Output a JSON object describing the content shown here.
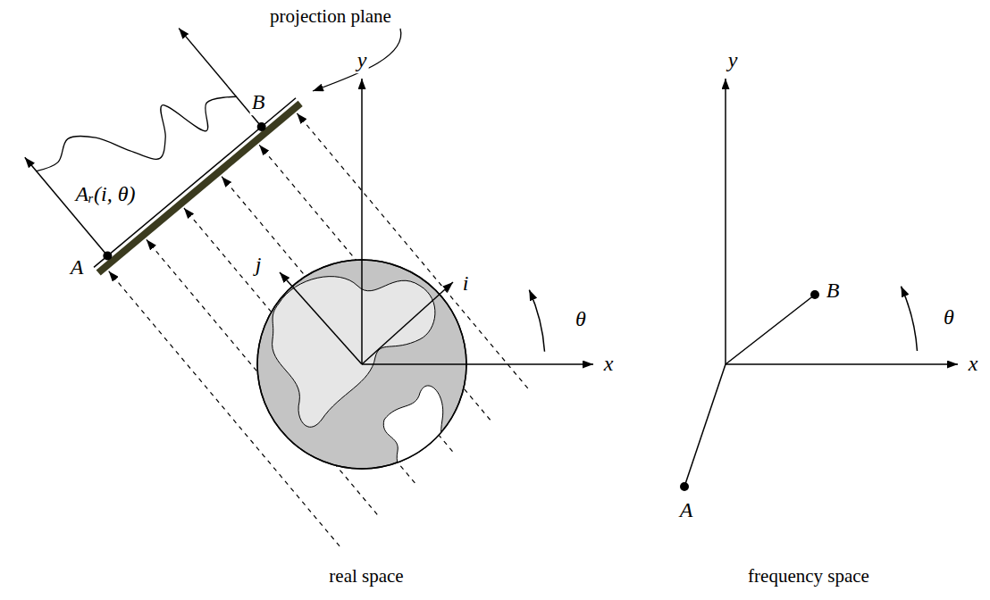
{
  "diagram": {
    "labels": [
      "projection plane",
      "Aᵣ(i, θ)",
      "B",
      "y",
      "A",
      "j",
      "i",
      "θ",
      "x",
      "real space",
      "y",
      "B",
      "θ",
      "x",
      "A",
      "frequency space"
    ]
  }
}
